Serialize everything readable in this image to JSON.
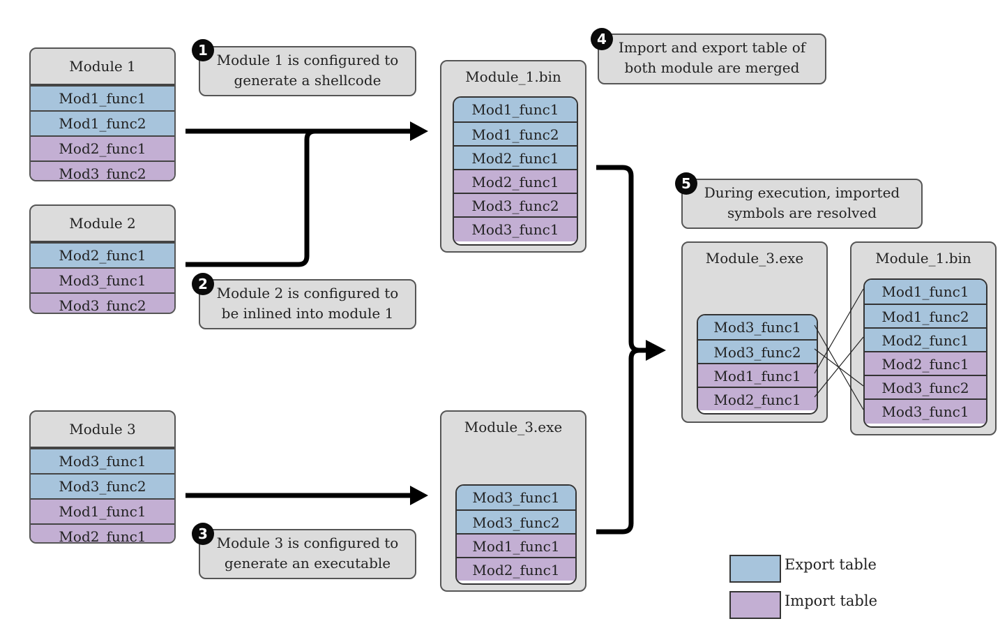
{
  "sources": [
    {
      "title": "Module 1",
      "functions": [
        {
          "name": "Mod1_func1",
          "table": "export"
        },
        {
          "name": "Mod1_func2",
          "table": "export"
        },
        {
          "name": "Mod2_func1",
          "table": "import"
        },
        {
          "name": "Mod3_func2",
          "table": "import"
        }
      ]
    },
    {
      "title": "Module 2",
      "functions": [
        {
          "name": "Mod2_func1",
          "table": "export"
        },
        {
          "name": "Mod3_func1",
          "table": "import"
        },
        {
          "name": "Mod3_func2",
          "table": "import"
        }
      ]
    },
    {
      "title": "Module 3",
      "functions": [
        {
          "name": "Mod3_func1",
          "table": "export"
        },
        {
          "name": "Mod3_func2",
          "table": "export"
        },
        {
          "name": "Mod1_func1",
          "table": "import"
        },
        {
          "name": "Mod2_func1",
          "table": "import"
        }
      ]
    }
  ],
  "outputs": {
    "bin": {
      "title": "Module_1.bin",
      "functions": [
        {
          "name": "Mod1_func1",
          "table": "export"
        },
        {
          "name": "Mod1_func2",
          "table": "export"
        },
        {
          "name": "Mod2_func1",
          "table": "export"
        },
        {
          "name": "Mod2_func1",
          "table": "import"
        },
        {
          "name": "Mod3_func2",
          "table": "import"
        },
        {
          "name": "Mod3_func1",
          "table": "import"
        }
      ]
    },
    "exe": {
      "title": "Module_3.exe",
      "functions": [
        {
          "name": "Mod3_func1",
          "table": "export"
        },
        {
          "name": "Mod3_func2",
          "table": "export"
        },
        {
          "name": "Mod1_func1",
          "table": "import"
        },
        {
          "name": "Mod2_func1",
          "table": "import"
        }
      ]
    }
  },
  "runtime": {
    "exe": {
      "title": "Module_3.exe",
      "functions": [
        {
          "name": "Mod3_func1",
          "table": "export"
        },
        {
          "name": "Mod3_func2",
          "table": "export"
        },
        {
          "name": "Mod1_func1",
          "table": "import"
        },
        {
          "name": "Mod2_func1",
          "table": "import"
        }
      ]
    },
    "bin": {
      "title": "Module_1.bin",
      "functions": [
        {
          "name": "Mod1_func1",
          "table": "export"
        },
        {
          "name": "Mod1_func2",
          "table": "export"
        },
        {
          "name": "Mod2_func1",
          "table": "export"
        },
        {
          "name": "Mod2_func1",
          "table": "import"
        },
        {
          "name": "Mod3_func2",
          "table": "import"
        },
        {
          "name": "Mod3_func1",
          "table": "import"
        }
      ]
    }
  },
  "notes": [
    {
      "number": "1",
      "lines": [
        "Module 1 is configured to",
        "generate a shellcode"
      ]
    },
    {
      "number": "2",
      "lines": [
        "Module 2 is configured to",
        "be inlined into module 1"
      ]
    },
    {
      "number": "3",
      "lines": [
        "Module 3 is configured to",
        "generate an executable"
      ]
    },
    {
      "number": "4",
      "lines": [
        "Import and export table of",
        "both module are merged"
      ]
    },
    {
      "number": "5",
      "lines": [
        "During execution, imported",
        "symbols are resolved"
      ]
    }
  ],
  "legend": [
    {
      "label": "Export table",
      "color": "#a7c4dc"
    },
    {
      "label": "Import table",
      "color": "#c3afd3"
    }
  ],
  "colors": {
    "export": "#a7c4dc",
    "import": "#c3afd3",
    "box": "#dcdcdc"
  }
}
